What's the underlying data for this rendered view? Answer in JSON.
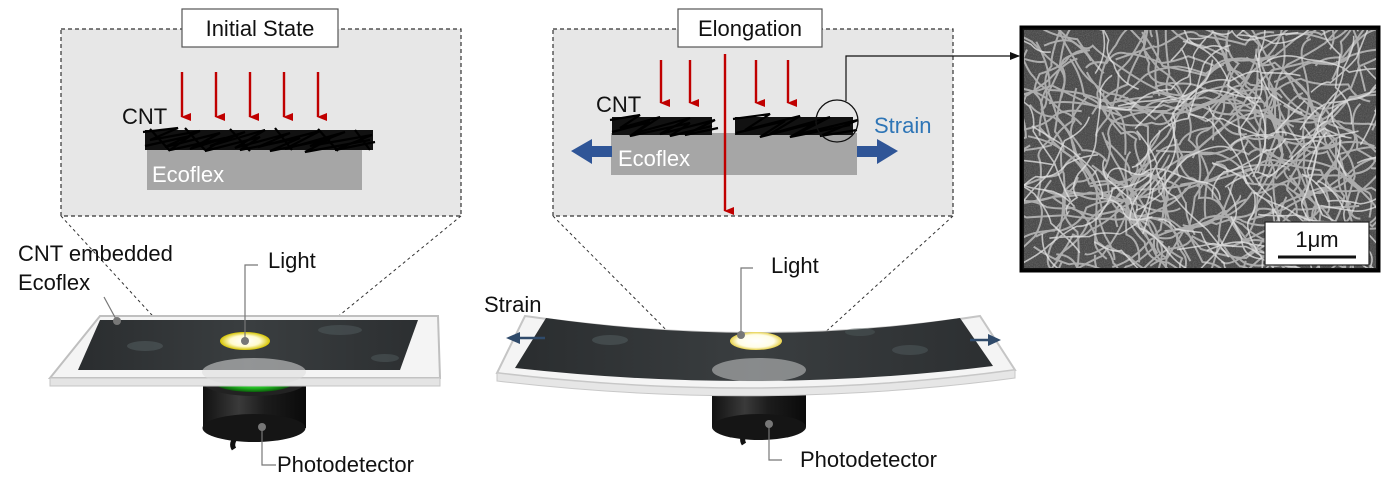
{
  "left_panel": {
    "title": "Initial State",
    "cnt_label": "CNT",
    "ecoflex_label": "Ecoflex",
    "callout_line1": "CNT embedded",
    "callout_line2": "Ecoflex",
    "light_label": "Light",
    "detector_label": "Photodetector"
  },
  "middle_panel": {
    "title": "Elongation",
    "cnt_label": "CNT",
    "ecoflex_label": "Ecoflex",
    "strain_inset_label": "Strain",
    "strain_label": "Strain",
    "light_label": "Light",
    "detector_label": "Photodetector"
  },
  "sem_image": {
    "scale_bar_label": "1μm"
  },
  "colors": {
    "light_arrow": "#c00000",
    "strain_arrow": "#2f5597",
    "strain_text": "#2e75b6",
    "ecoflex_fill": "#a6a6a6",
    "inset_bg": "#e7e7e7",
    "sensor_glow": "#33cc33",
    "light_spot": "#fff6a0"
  }
}
